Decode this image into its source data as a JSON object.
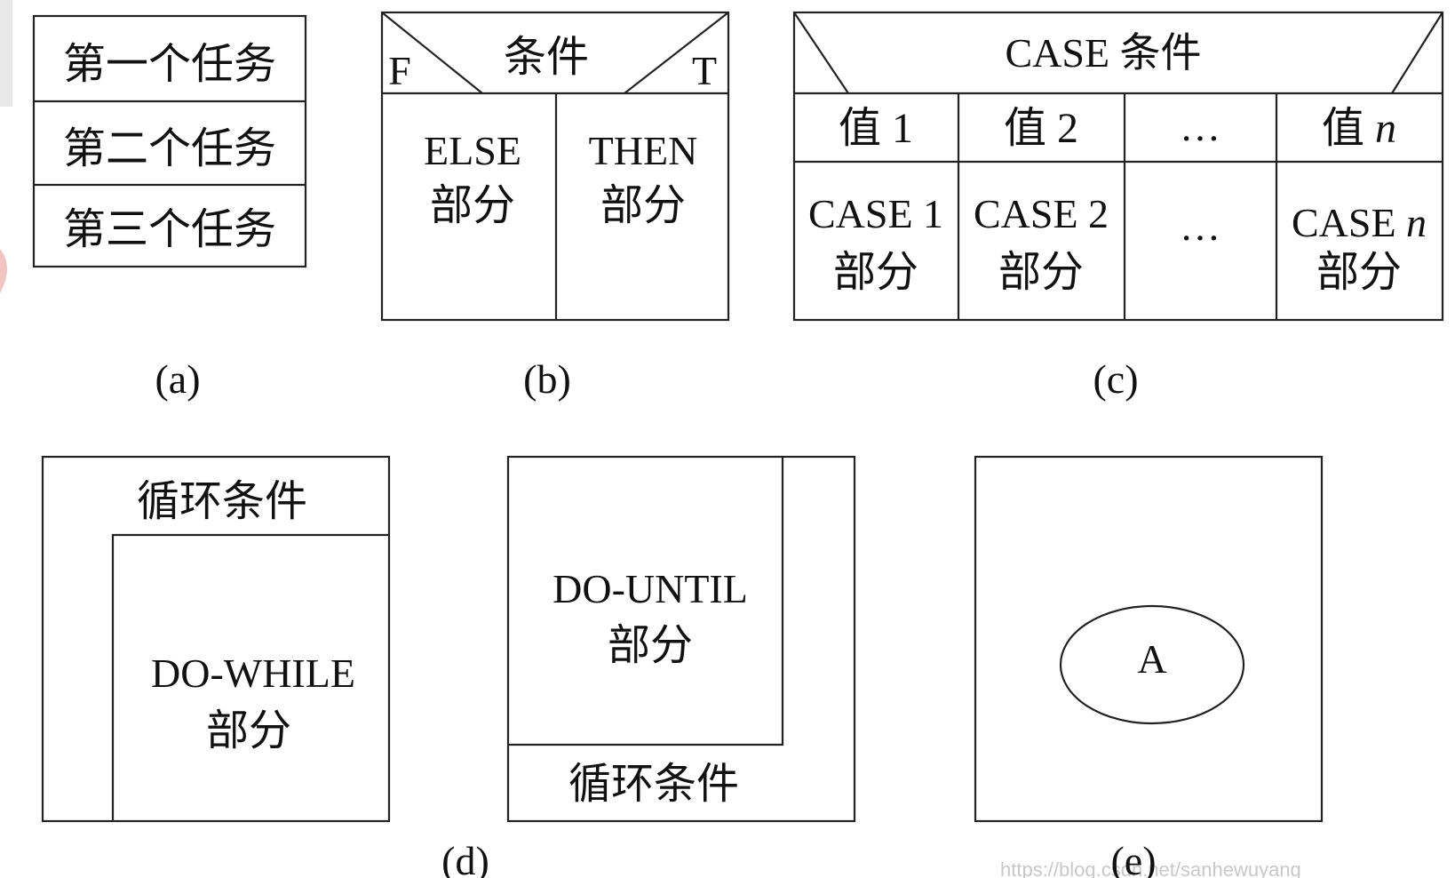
{
  "a": {
    "rows": [
      "第一个任务",
      "第二个任务",
      "第三个任务"
    ],
    "caption": "(a)"
  },
  "b": {
    "condition": "条件",
    "false_mark": "F",
    "true_mark": "T",
    "else_line1": "ELSE",
    "else_line2": "部分",
    "then_line1": "THEN",
    "then_line2": "部分",
    "caption": "(b)"
  },
  "c": {
    "header": "CASE 条件",
    "value_prefix": "值",
    "values": [
      "1",
      "2",
      "…",
      "n"
    ],
    "case_prefix": "CASE",
    "part_label": "部分",
    "caption": "(c)"
  },
  "d": {
    "while_condition": "循环条件",
    "while_body_line1": "DO-WHILE",
    "while_body_line2": "部分",
    "until_body_line1": "DO-UNTIL",
    "until_body_line2": "部分",
    "until_condition": "循环条件",
    "caption": "(d)"
  },
  "e": {
    "node_label": "A",
    "caption": "(e)"
  },
  "watermark": "https://blog.csdn.net/sanhewuyang"
}
